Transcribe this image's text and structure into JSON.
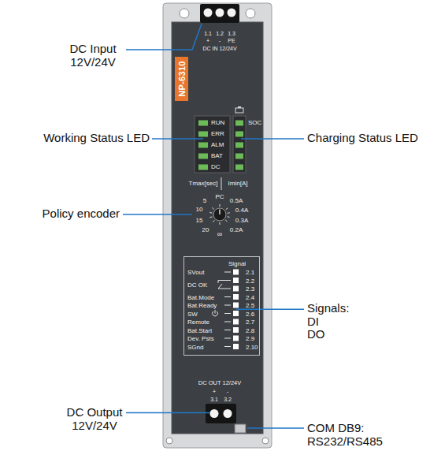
{
  "diagram": {
    "nodes": [
      {
        "text": [
          "NP-6310"
        ]
      },
      {
        "text": [
          "Signal",
          "SVout",
          "DC OK",
          "Bat.Mode",
          "Bat.Ready",
          "SW",
          "Remote",
          "Bat.Start",
          "Dev. Psts",
          "SGnd",
          "2.1",
          "2.2",
          "2.3",
          "2.4",
          "2.5",
          "2.6",
          "2.7",
          "2.8",
          "2.9",
          "2.10"
        ]
      }
    ],
    "labels": [
      "DC Input 12V/24V",
      "1.1",
      "1.2",
      "1.3",
      "+",
      "-",
      "PE",
      "DC IN 12/24V",
      "Working Status LED",
      "RUN",
      "ERR",
      "ALM",
      "BAT",
      "DC",
      "SOC",
      "Charging Status LED",
      "Tmax[sec]",
      "Imin[A]",
      "Policy encoder",
      "PC",
      "0.5A",
      "0.4A",
      "0.3A",
      "0.2A",
      "∞",
      "20",
      "15",
      "10",
      "5",
      "Signals: DI DO",
      "DC OUT 12/24V",
      "+",
      "-",
      "3.1",
      "3.2",
      "DC Output 12V/24V",
      "COM DB9: RS232/RS485"
    ]
  }
}
